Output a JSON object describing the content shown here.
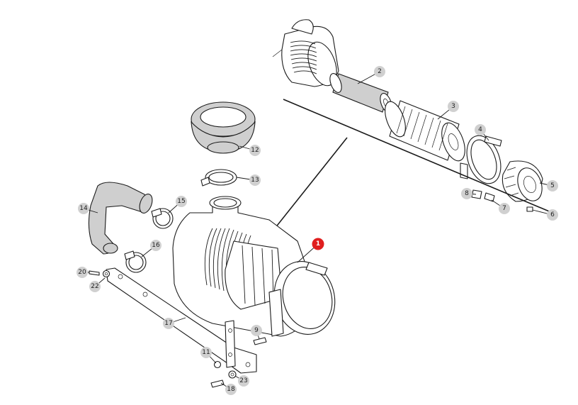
{
  "diagram": {
    "highlight_color": "#e01e1e",
    "callout_color": "#d0d0d0",
    "callouts": [
      {
        "label": "1",
        "highlight": true
      },
      {
        "label": "2"
      },
      {
        "label": "3"
      },
      {
        "label": "4"
      },
      {
        "label": "5"
      },
      {
        "label": "6"
      },
      {
        "label": "7"
      },
      {
        "label": "8"
      },
      {
        "label": "9"
      },
      {
        "label": "11"
      },
      {
        "label": "12"
      },
      {
        "label": "13"
      },
      {
        "label": "14"
      },
      {
        "label": "15"
      },
      {
        "label": "16"
      },
      {
        "label": "17"
      },
      {
        "label": "18"
      },
      {
        "label": "20"
      },
      {
        "label": "22"
      },
      {
        "label": "23"
      }
    ]
  }
}
